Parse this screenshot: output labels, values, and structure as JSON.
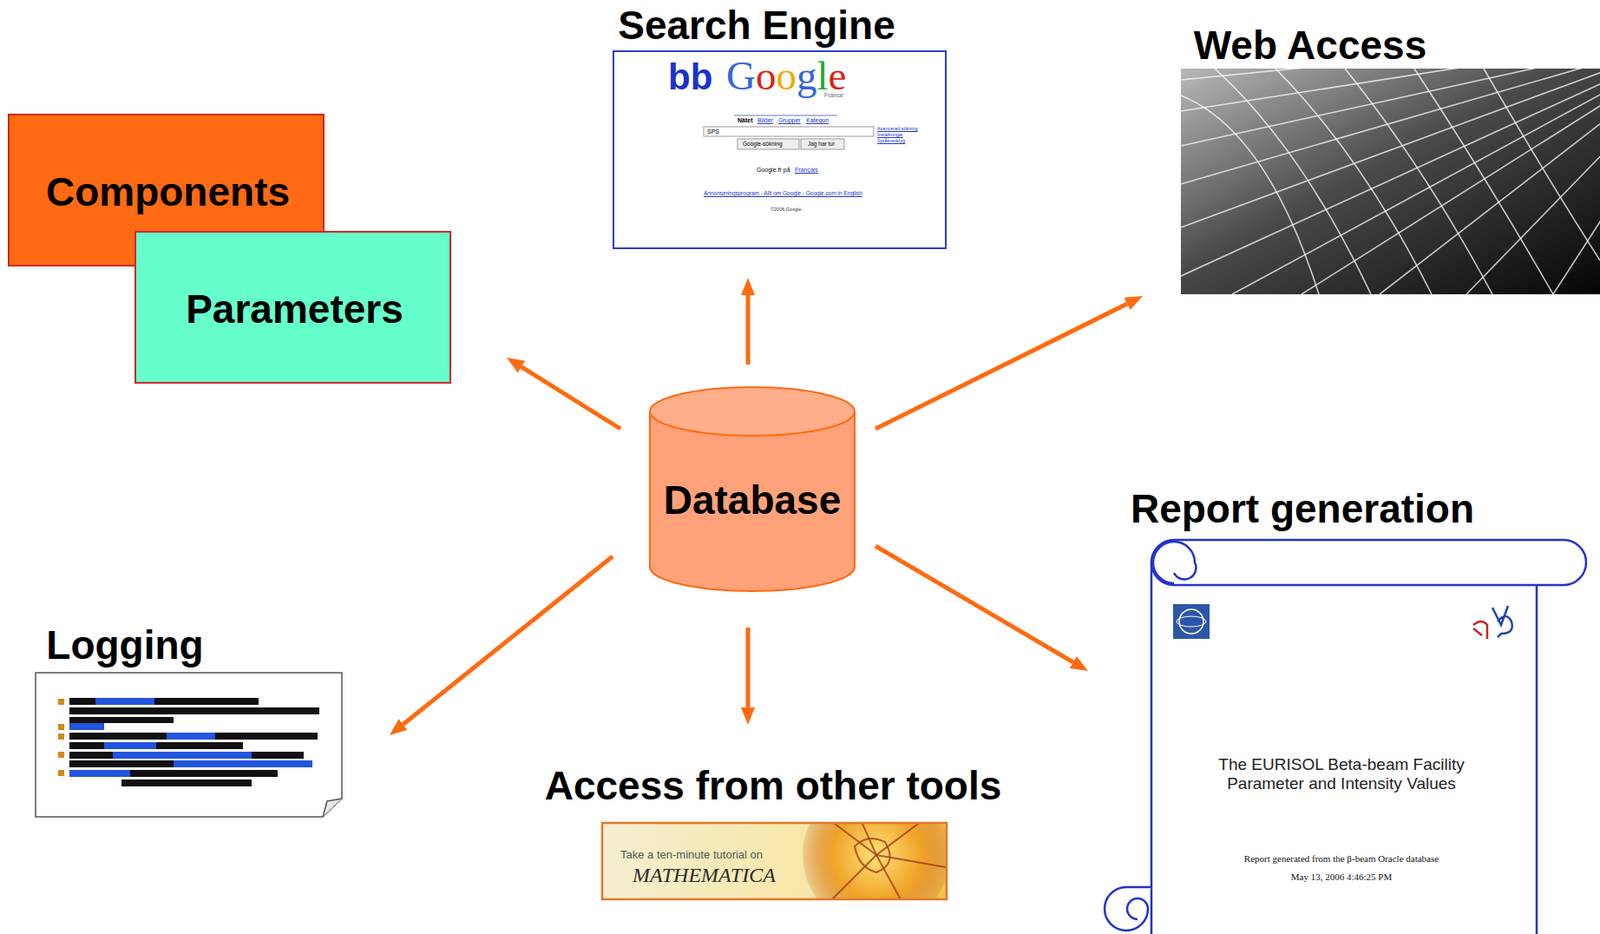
{
  "diagram": {
    "nodes": [
      {
        "text": [
          "Search Engine"
        ]
      },
      {
        "text": [
          "Web Access"
        ]
      },
      {
        "text": [
          "Components"
        ]
      },
      {
        "text": [
          "Parameters"
        ]
      },
      {
        "text": [
          "Database"
        ]
      },
      {
        "text": [
          "Report generation",
          "The EURISOL Beta-beam Facility Parameter and Intensity Values",
          "Report generated from the β-beam Oracle database",
          "May 13, 2006 4:46:25 PM"
        ]
      },
      {
        "text": [
          "Logging"
        ]
      },
      {
        "text": [
          "Access from other tools",
          "Take a ten-minute tutorial on",
          "MATHEMATICA"
        ]
      }
    ],
    "edges": [
      {
        "from": 4,
        "to": 3,
        "arrow": "to"
      },
      {
        "from": 4,
        "to": 0,
        "arrow": "to"
      },
      {
        "from": 4,
        "to": 1,
        "arrow": "to"
      },
      {
        "from": 4,
        "to": 5,
        "arrow": "to"
      },
      {
        "from": 4,
        "to": 6,
        "arrow": "to"
      },
      {
        "from": 4,
        "to": 7,
        "arrow": "to"
      }
    ],
    "labels": [
      "bb",
      "Google",
      "France",
      "Nätet",
      "Bilder",
      "Grupper",
      "Kategori",
      "SPS",
      "Google-sökning",
      "Jag har tur",
      "Avancerad sökning",
      "Inställningar",
      "Språkverktyg",
      "Google.fr på",
      "Français",
      "Annonseringsprogram - Allt om Google - Google.com in English",
      "©2006 Google"
    ]
  }
}
